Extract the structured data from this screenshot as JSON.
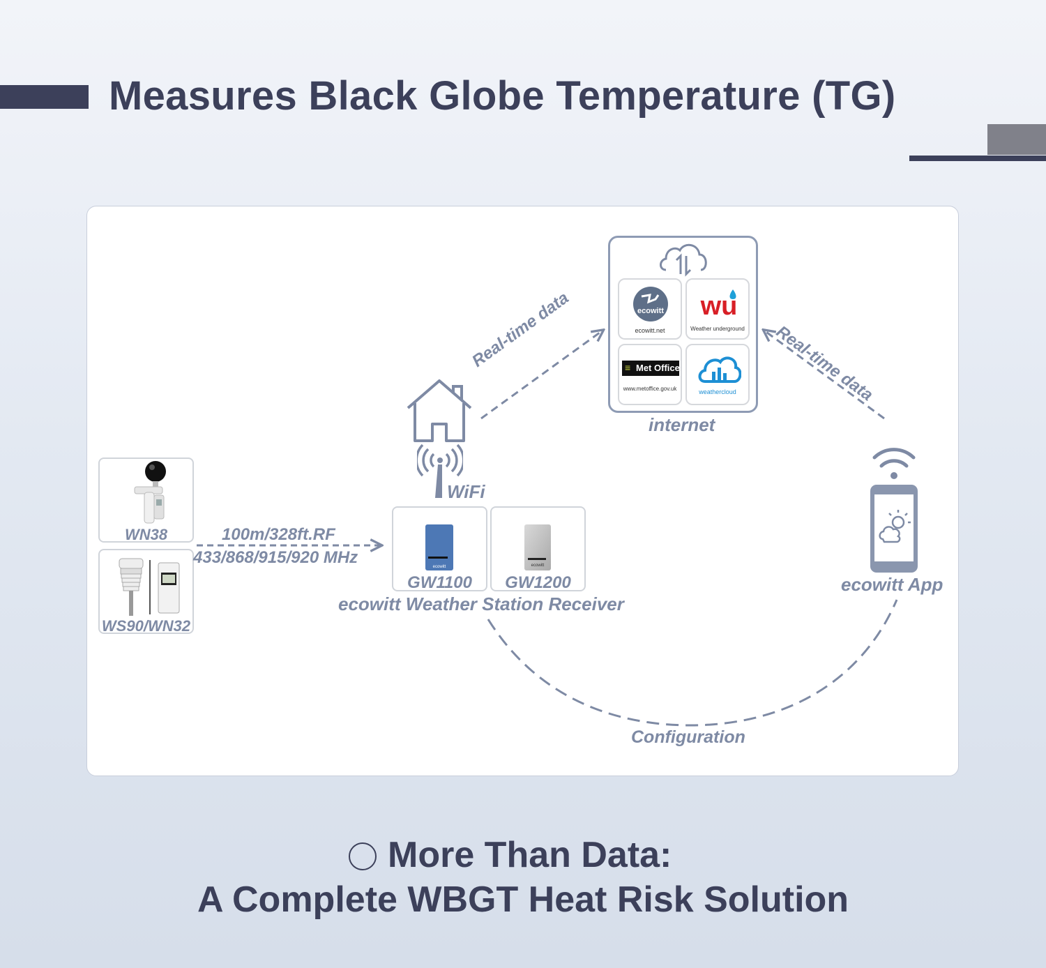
{
  "header": {
    "title": "Measures Black Globe Temperature (TG)"
  },
  "diagram": {
    "sensors": [
      {
        "label": "WN38"
      },
      {
        "label": "WS90/WN32"
      }
    ],
    "rf_link": {
      "range": "100m/328ft.RF",
      "frequencies": "433/868/915/920 MHz"
    },
    "receivers": [
      {
        "label": "GW1100"
      },
      {
        "label": "GW1200"
      }
    ],
    "receiver_caption": "ecowitt Weather Station Receiver",
    "wifi_label": "WiFi",
    "upload_label": "Real-time data",
    "download_label": "Real-time data",
    "internet": {
      "label": "internet",
      "services": [
        {
          "caption": "ecowitt.net",
          "logo_text": "ecowitt"
        },
        {
          "caption": "Weather underground",
          "logo_text": "wu"
        },
        {
          "caption": "www.metoffice.gov.uk",
          "logo_text": "Met Office"
        },
        {
          "caption": "weathercloud",
          "logo_text": "weathercloud"
        }
      ]
    },
    "app_label": "ecowitt App",
    "config_label": "Configuration",
    "icons": [
      "house-icon",
      "wifi-antenna-icon",
      "cloud-sync-icon",
      "smartphone-icon",
      "wifi-signal-icon"
    ]
  },
  "footer": {
    "line1": "More Than Data:",
    "line2": "A Complete WBGT Heat Risk Solution"
  },
  "colors": {
    "navy": "#3c405a",
    "diagram_gray": "#7e8aa4",
    "receiver_blue": "#4d78b5"
  }
}
